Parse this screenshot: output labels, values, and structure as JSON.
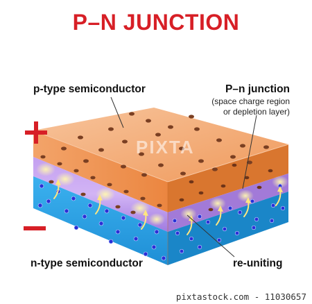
{
  "title": "P–N JUNCTION",
  "labels": {
    "p_type": "p-type semiconductor",
    "n_type": "n-type semiconductor",
    "junction": "P–n junction",
    "junction_sub_1": "(space charge region",
    "junction_sub_2": "or depletion layer)",
    "reuniting": "re-uniting",
    "plus": "+",
    "minus": "–"
  },
  "watermark": "PIXTA",
  "footer": {
    "text": "pixtastock.com - 11030657"
  },
  "colors": {
    "title": "#d71f26",
    "p_top": "#f4b27f",
    "p_front": "#f08a45",
    "p_side": "#d9762f",
    "depletion": "#b48ae8",
    "n_front": "#2ea3e6",
    "n_side": "#1a86c8",
    "holes": "#7a3f22",
    "electrons": "#2a2fd6",
    "arrows": "#ffe680"
  }
}
